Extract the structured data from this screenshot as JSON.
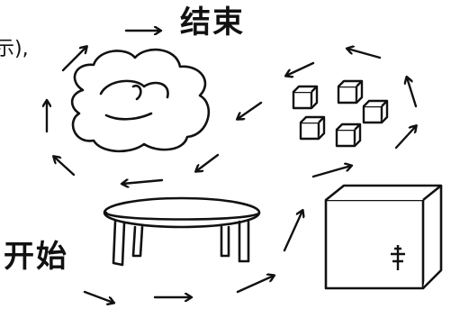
{
  "labels": {
    "end": "结束",
    "start": "开始",
    "cut_text": "示),"
  },
  "illustrations": {
    "cloud": "cloud-drawing",
    "table": "table-drawing",
    "cubes": "small-cubes-drawing",
    "box": "box-drawing"
  },
  "colors": {
    "ink": "#111111",
    "background": "#ffffff"
  }
}
